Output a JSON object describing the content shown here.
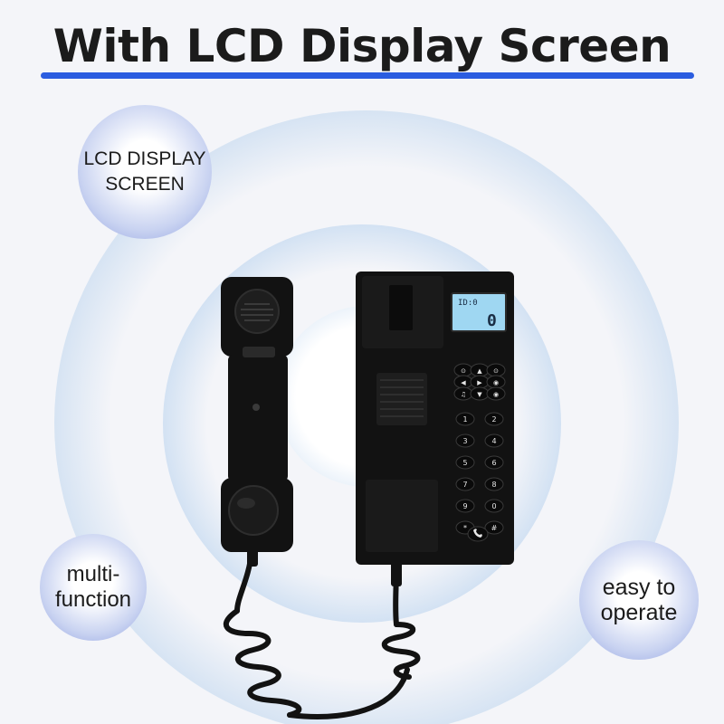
{
  "title": "With LCD Display Screen",
  "colors": {
    "accent": "#2b5de0",
    "phone": "#121212",
    "lcd": "#9fd7f2"
  },
  "features": {
    "lcd": "LCD DISPLAY\nSCREEN",
    "multi": "multi-\nfunction",
    "easy": "easy to\noperate"
  },
  "phone": {
    "lcd_text": "ID:0",
    "lcd_digit": "0",
    "function_keys": [
      "⊙",
      "▲",
      "⊙",
      "◀",
      "▶",
      "◉",
      "♫",
      "▼",
      "◉"
    ],
    "keys": [
      "1",
      "2",
      "3",
      "4",
      "5",
      "6",
      "7",
      "8",
      "9",
      "0",
      "*",
      "#"
    ]
  }
}
